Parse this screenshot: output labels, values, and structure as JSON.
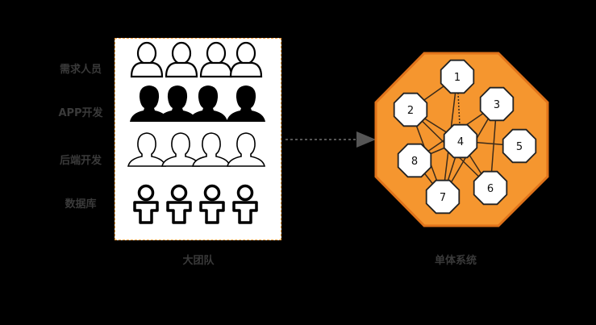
{
  "labels": {
    "requirements": "需求人员",
    "app_dev": "APP开发",
    "backend_dev": "后端开发",
    "database": "数据库"
  },
  "captions": {
    "team": "大团队",
    "system": "单体系统"
  },
  "modules": [
    "1",
    "2",
    "3",
    "4",
    "5",
    "6",
    "7",
    "8"
  ],
  "colors": {
    "background": "#000000",
    "system_fill": "#f5962f",
    "system_stroke": "#e0731a",
    "label_text": "#3a3a3a",
    "arrow": "#555555"
  }
}
